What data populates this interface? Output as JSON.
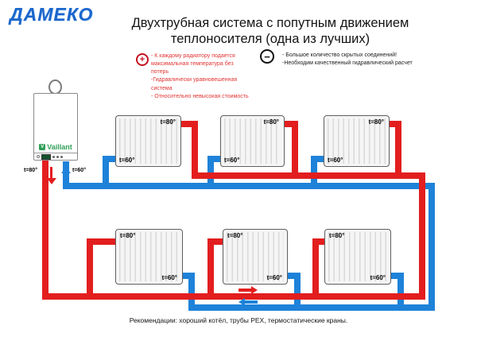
{
  "logo": "ДАМЕКО",
  "title": {
    "line1": "Двухтрубная система с попутным движением",
    "line2": "теплоносителя (одна из лучших)"
  },
  "pros": {
    "symbol": "+",
    "items": [
      "- К каждому радиатору подается максимальная температура без потерь",
      "-Гидравлически уравновешенная система",
      "- Относительно невысокая стоимость"
    ]
  },
  "cons": {
    "symbol": "−",
    "items": [
      "- Большое количество скрытых соединений!",
      "-Необходим качественный гидравлический расчет"
    ]
  },
  "boiler": {
    "brand": "Vaillant",
    "brand_initial": "V",
    "supply_label": "t=80°",
    "return_label": "t=60°"
  },
  "radiators": [
    {
      "id": "top-1",
      "supply": "t=80°",
      "return": "t=60°"
    },
    {
      "id": "top-2",
      "supply": "t=80°",
      "return": "t=60°"
    },
    {
      "id": "top-3",
      "supply": "t=80°",
      "return": "t=60°"
    },
    {
      "id": "bottom-1",
      "supply": "t=80°",
      "return": "t=60°"
    },
    {
      "id": "bottom-2",
      "supply": "t=80°",
      "return": "t=60°"
    },
    {
      "id": "bottom-3",
      "supply": "t=80°",
      "return": "t=60°"
    }
  ],
  "flow": {
    "supply_direction": "right",
    "return_direction": "left"
  },
  "caption": "Рекомендации: хороший котёл, трубы PEX, термостатические краны.",
  "colors": {
    "supply": "#e31e1e",
    "return": "#1e82d9",
    "logo_blue": "#1b66cc",
    "brand_green": "#2f9e57",
    "pros_text": "#e23434",
    "cons_text": "#1a1a1a"
  }
}
